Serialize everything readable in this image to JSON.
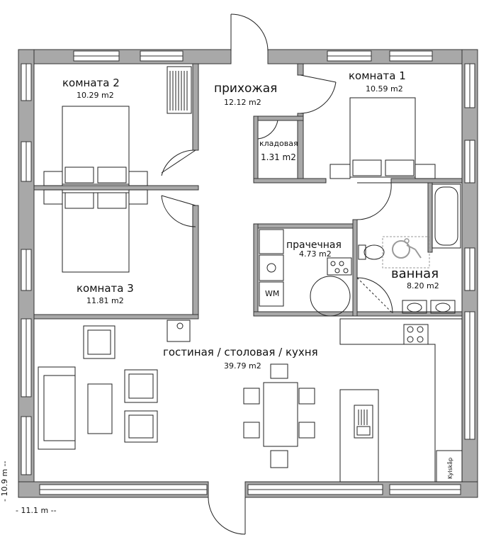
{
  "rooms": {
    "room2": {
      "name": "комната 2",
      "area": "10.29 m2"
    },
    "room1": {
      "name": "комната 1",
      "area": "10.59 m2"
    },
    "hall": {
      "name": "прихожая",
      "area": "12.12 m2"
    },
    "storage": {
      "name": "кладовая",
      "area": "1.31 m2"
    },
    "laundry": {
      "name": "прачечная",
      "area": "4.73 m2"
    },
    "bath": {
      "name": "ванная",
      "area": "8.20 m2"
    },
    "room3": {
      "name": "комната 3",
      "area": "11.81 m2"
    },
    "living": {
      "name": "гостиная / столовая / кухня",
      "area": "39.79 m2"
    }
  },
  "labels": {
    "washer": "WM",
    "fridge": "Kylskåp"
  },
  "dimensions": {
    "width": "- 11.1 m --",
    "height": "- 10.9 m --"
  },
  "colors": {
    "wall_fill": "#a8a8a8",
    "wall_stroke": "#333333",
    "fixture_stroke": "#222222",
    "accessibility": "#9a9a9a"
  }
}
